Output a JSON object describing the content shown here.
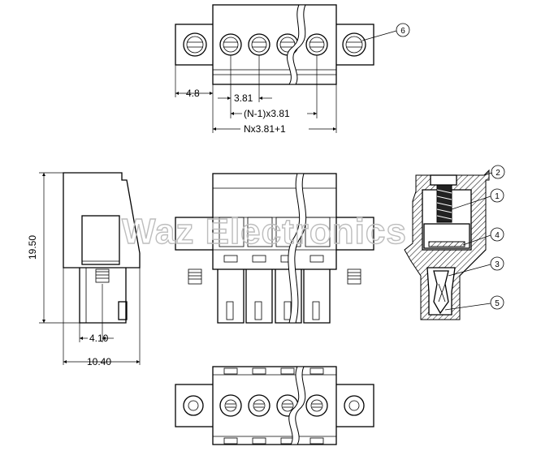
{
  "dimensions": {
    "flange_offset": "4.8",
    "pitch": "3.81",
    "n_minus_one_span": "(N-1)x3.81",
    "overall_length": "Nx3.81+1",
    "height": "19.50",
    "pin_offset": "4.10",
    "depth": "10.40"
  },
  "callouts": [
    "1",
    "2",
    "3",
    "4",
    "5",
    "6"
  ],
  "watermark": "Waz Electronics"
}
